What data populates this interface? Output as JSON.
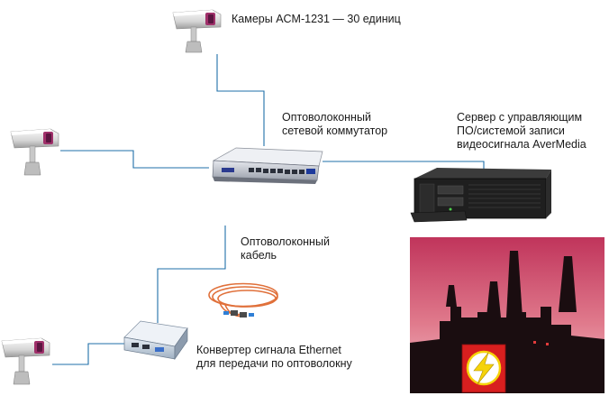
{
  "labels": {
    "cameras": "Камеры ACM-1231 — 30 единиц",
    "switch": [
      "Оптоволоконный",
      "сетевой коммутатор"
    ],
    "server": [
      "Сервер с управляющим",
      "ПО/системой записи",
      "видеосигнала AverMedia"
    ],
    "cable": [
      "Оптоволоконный",
      "кабель"
    ],
    "converter": [
      "Конвертер сигнала Ethernet",
      "для передачи по оптоволокну"
    ]
  },
  "colors": {
    "link": "#1f6fa8",
    "sky_top": "#c0345b",
    "sky_bottom": "#f3c2c9",
    "silhouette": "#1a0d10",
    "logo_bg": "#d81f1f",
    "logo_bolt": "#f5d30a"
  },
  "icons": {
    "camera": "cctv-camera-icon",
    "switch": "network-switch-icon",
    "server": "rack-server-icon",
    "cable": "fiber-cable-icon",
    "converter": "media-converter-icon",
    "power_plant": "power-plant-photo",
    "logo": "lightning-logo-icon"
  }
}
